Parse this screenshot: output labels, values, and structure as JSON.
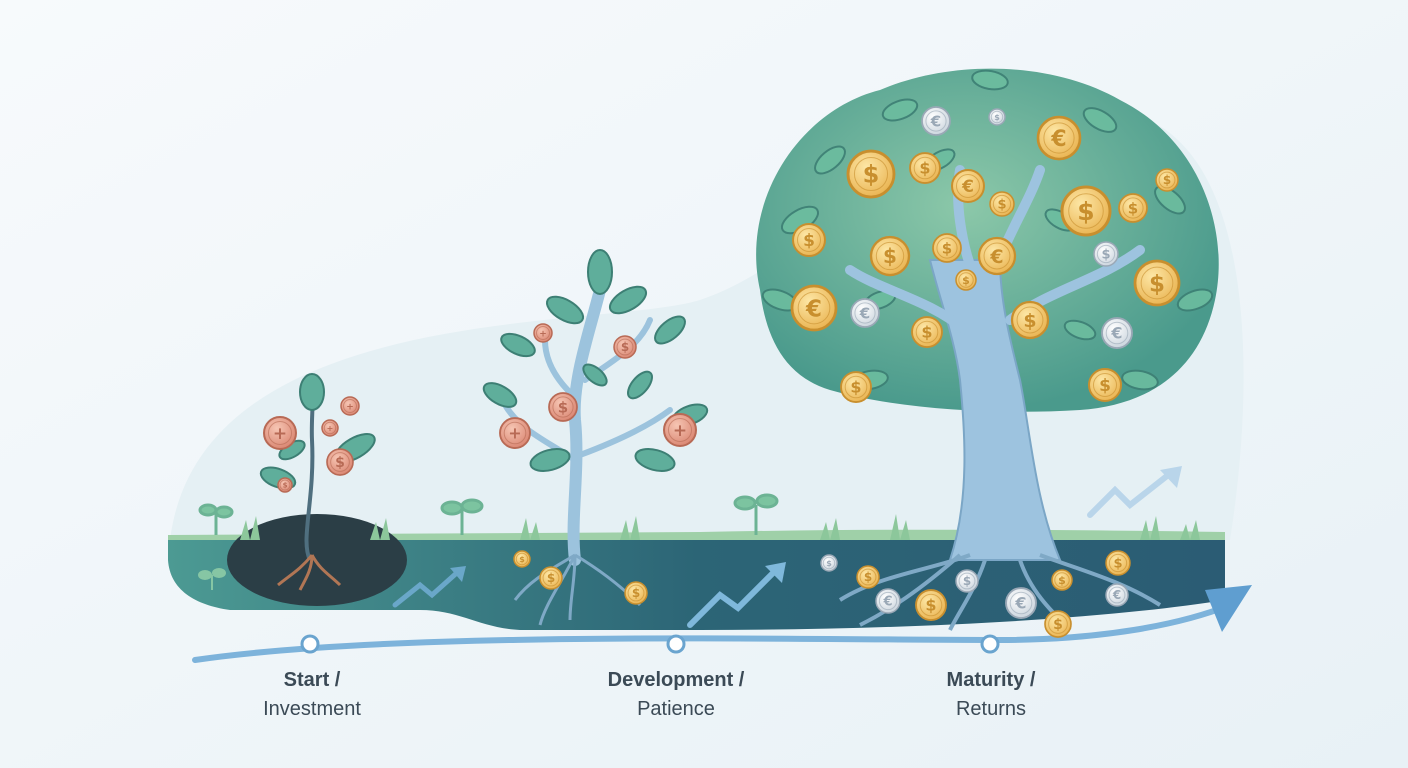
{
  "stages": [
    {
      "title": "Start /",
      "subtitle": "Investment"
    },
    {
      "title": "Development /",
      "subtitle": "Patience"
    },
    {
      "title": "Maturity /",
      "subtitle": "Returns"
    }
  ],
  "coin_symbols": {
    "dollar": "$",
    "euro": "€",
    "plus": "+"
  },
  "colors": {
    "background": "#f2f7fa",
    "soil": "#2f6f7a",
    "leaf": "#5fae9b",
    "trunk": "#8fb8d8",
    "gold_coin": "#f2c262",
    "copper_coin": "#e49a85",
    "silver_coin": "#e3e8ee",
    "arrow": "#6fa8d6",
    "text": "#3b4a56"
  },
  "icons": [
    "sprout-icon",
    "growth-arrow-icon",
    "timeline-arrow-icon",
    "dollar-coin-icon",
    "euro-coin-icon",
    "plus-coin-icon"
  ]
}
